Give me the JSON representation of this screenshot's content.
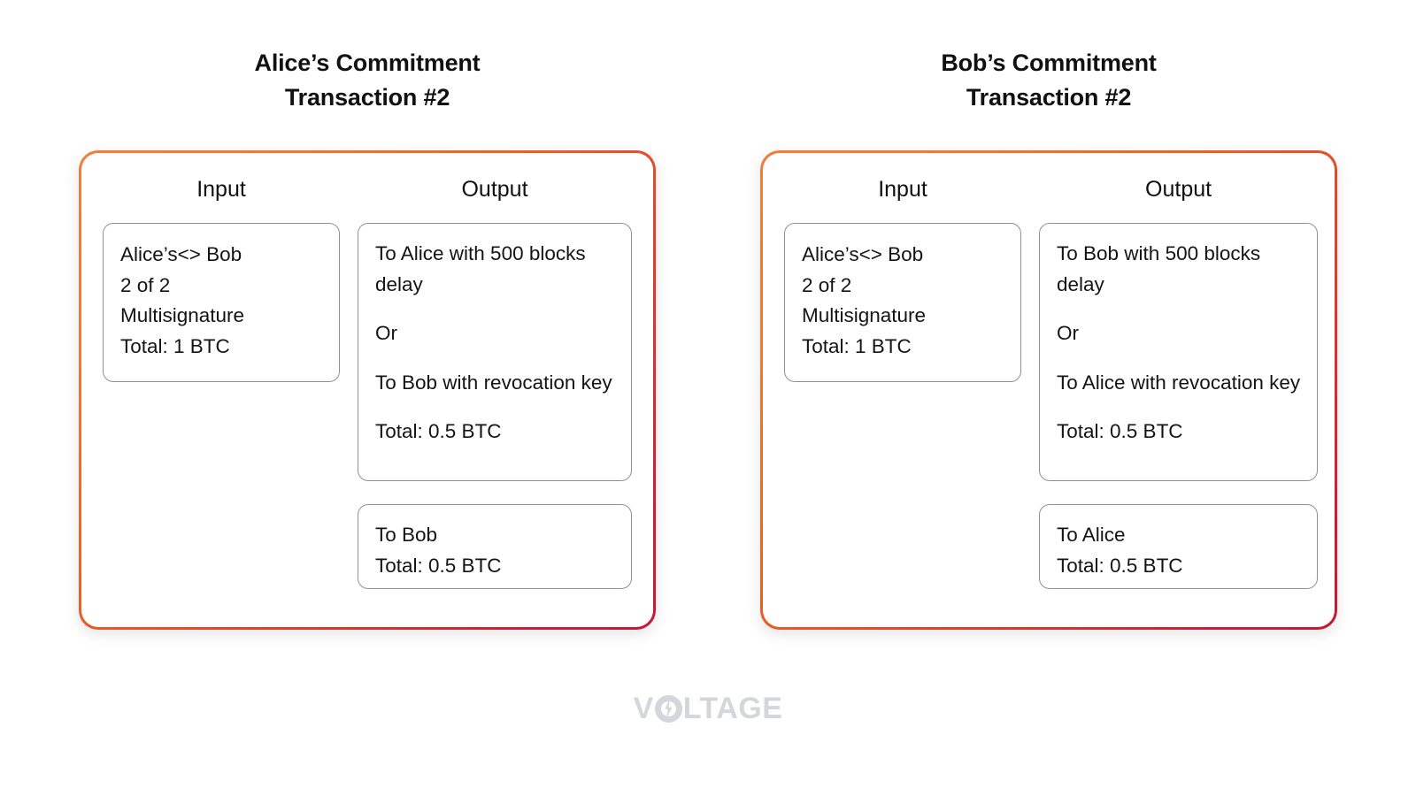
{
  "page": {
    "background_color": "#ffffff",
    "card_gradient_start": "#ef7f3c",
    "card_gradient_end": "#bf1b38",
    "inner_box_border_color": "#8e9196",
    "watermark_color": "#d3d6da"
  },
  "watermark": {
    "text_before": "V",
    "o_icon": "lightning-bolt-in-circle-icon",
    "text_after": "LTAGE",
    "full_text": "VOLTAGE"
  },
  "panels": [
    {
      "id": "alice",
      "title_line1": "Alice’s Commitment",
      "title_line2": "Transaction #2",
      "input": {
        "heading": "Input",
        "box": {
          "line1": "Alice’s<> Bob",
          "line2": "2 of 2",
          "line3": "Multisignature",
          "line4": "Total: 1 BTC"
        }
      },
      "output": {
        "heading": "Output",
        "main_box": {
          "line1": "To Alice with 500 blocks",
          "line2": "delay",
          "line3": "Or",
          "line4": "To Bob with revocation key",
          "line5": "Total: 0.5 BTC"
        },
        "sub_box": {
          "line1": "To Bob",
          "line2": "Total: 0.5 BTC"
        }
      }
    },
    {
      "id": "bob",
      "title_line1": "Bob’s Commitment",
      "title_line2": "Transaction #2",
      "input": {
        "heading": "Input",
        "box": {
          "line1": "Alice’s<> Bob",
          "line2": "2 of 2",
          "line3": "Multisignature",
          "line4": "Total: 1 BTC"
        }
      },
      "output": {
        "heading": "Output",
        "main_box": {
          "line1": "To Bob with 500 blocks",
          "line2": "delay",
          "line3": "Or",
          "line4": "To Alice with revocation key",
          "line5": "Total: 0.5 BTC"
        },
        "sub_box": {
          "line1": "To Alice",
          "line2": "Total: 0.5 BTC"
        }
      }
    }
  ]
}
